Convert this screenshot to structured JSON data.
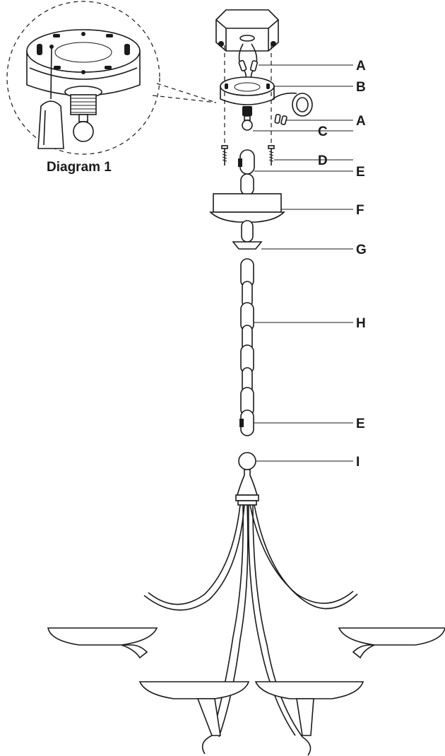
{
  "diagram": {
    "inset_caption": "Diagram 1",
    "callouts": [
      {
        "id": "A1",
        "letter": "A"
      },
      {
        "id": "B",
        "letter": "B"
      },
      {
        "id": "A2",
        "letter": "A"
      },
      {
        "id": "C",
        "letter": "C"
      },
      {
        "id": "D",
        "letter": "D"
      },
      {
        "id": "E1",
        "letter": "E"
      },
      {
        "id": "F",
        "letter": "F"
      },
      {
        "id": "G",
        "letter": "G"
      },
      {
        "id": "H",
        "letter": "H"
      },
      {
        "id": "E2",
        "letter": "E"
      },
      {
        "id": "I",
        "letter": "I"
      }
    ]
  }
}
